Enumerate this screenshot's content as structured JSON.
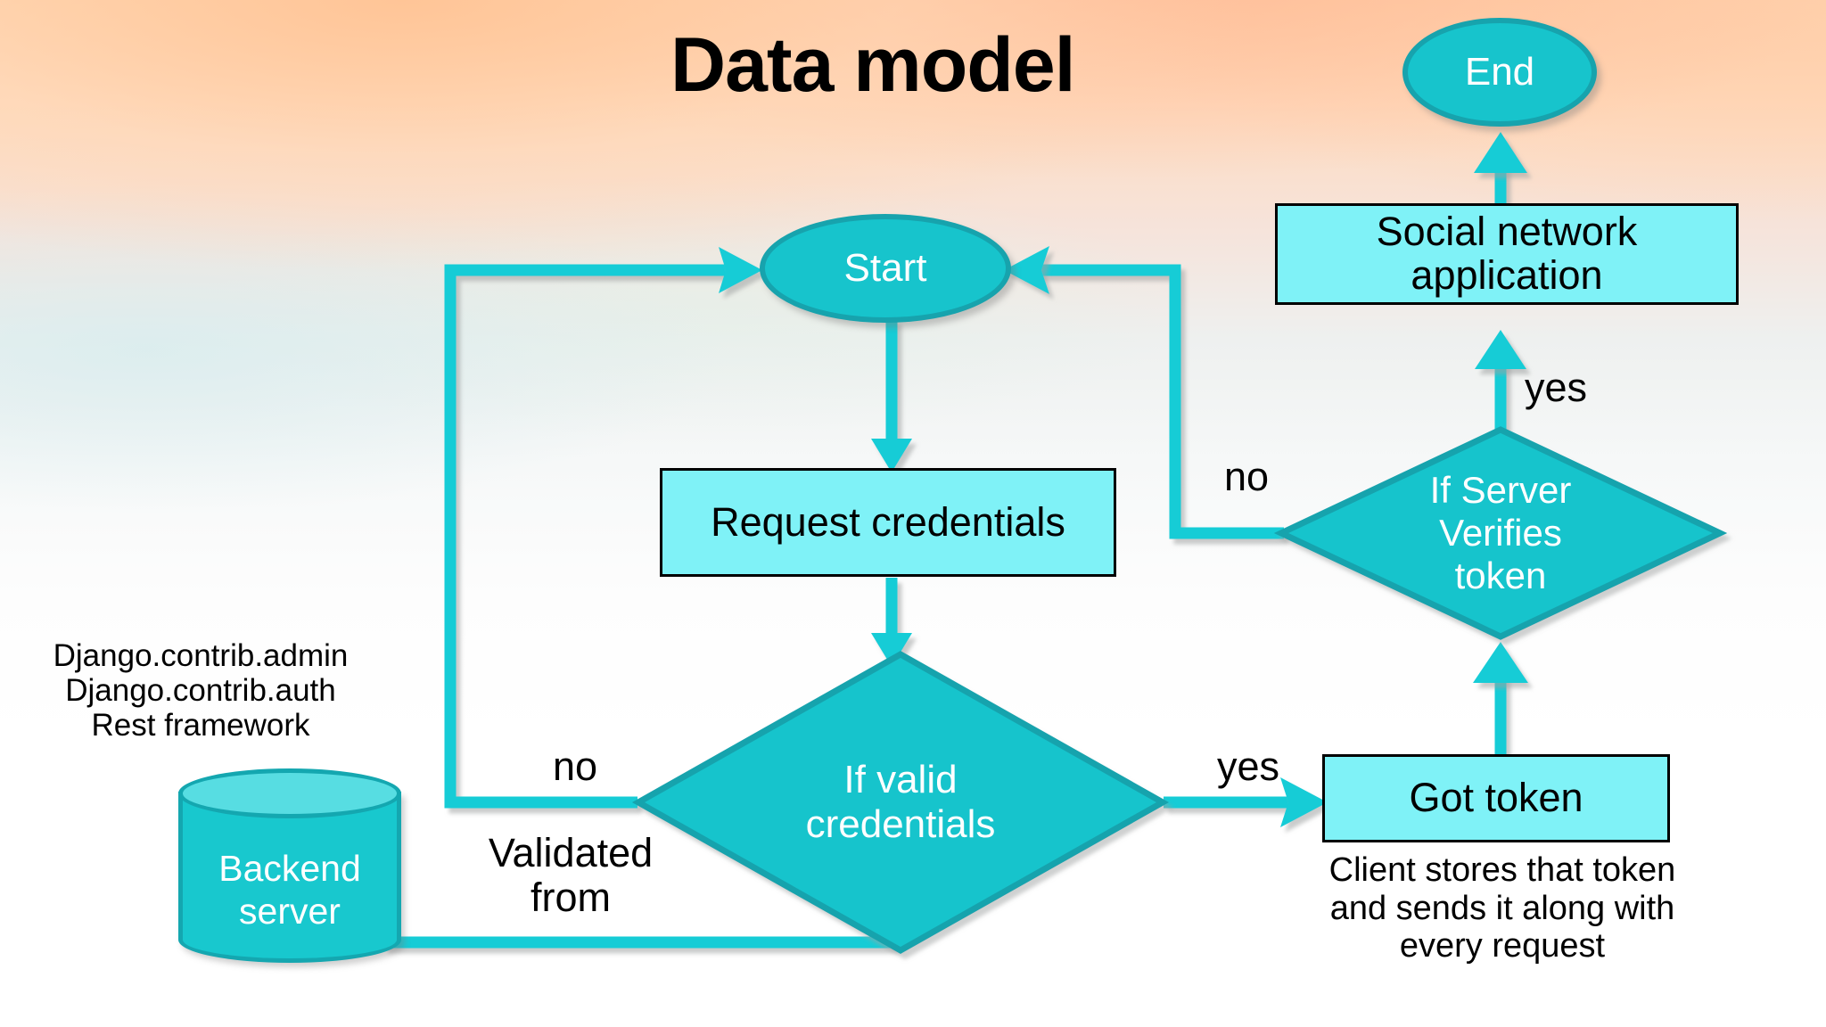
{
  "slide": {
    "title": "Data model",
    "background_top_color": "#ffd3ab",
    "background_bottom_color": "#ffffff"
  },
  "palette": {
    "connector": "#16ccd6",
    "connector_shadow": "#b9bcbc",
    "node_fill_dark": "#17c4cc",
    "node_stroke_dark": "#17a3ad",
    "node_fill_light": "#7ff2f7",
    "node_stroke_light": "#000000",
    "cylinder_top": "#57dde2",
    "text_on_dark": "#ffffff",
    "text_on_light": "#000000"
  },
  "chart_data": {
    "type": "diagram",
    "title": "Data model",
    "nodes": [
      {
        "id": "end",
        "label": "End",
        "shape": "ellipse",
        "fill": "#17c4cc",
        "text_color": "#ffffff"
      },
      {
        "id": "social",
        "label": "Social network application",
        "shape": "rect",
        "fill": "#7ff2f7",
        "text_color": "#000000"
      },
      {
        "id": "verify",
        "label": "If Server Verifies token",
        "shape": "diamond",
        "fill": "#17c4cc",
        "text_color": "#ffffff"
      },
      {
        "id": "got_token",
        "label": "Got token",
        "shape": "rect",
        "fill": "#7ff2f7",
        "text_color": "#000000"
      },
      {
        "id": "start",
        "label": "Start",
        "shape": "ellipse",
        "fill": "#17c4cc",
        "text_color": "#ffffff"
      },
      {
        "id": "request",
        "label": "Request credentials",
        "shape": "rect",
        "fill": "#7ff2f7",
        "text_color": "#000000"
      },
      {
        "id": "valid",
        "label": "If valid credentials",
        "shape": "diamond",
        "fill": "#17c4cc",
        "text_color": "#ffffff"
      },
      {
        "id": "backend",
        "label": "Backend server",
        "shape": "cylinder",
        "fill": "#18c8ce",
        "text_color": "#ffffff"
      }
    ],
    "edges": [
      {
        "from": "start",
        "to": "request",
        "label": ""
      },
      {
        "from": "request",
        "to": "valid",
        "label": ""
      },
      {
        "from": "valid",
        "to": "start",
        "label": "no"
      },
      {
        "from": "valid",
        "to": "got_token",
        "label": "yes"
      },
      {
        "from": "backend",
        "to": "valid",
        "label": "Validated from"
      },
      {
        "from": "got_token",
        "to": "verify",
        "label": ""
      },
      {
        "from": "verify",
        "to": "social",
        "label": "yes"
      },
      {
        "from": "verify",
        "to": "start",
        "label": "no"
      },
      {
        "from": "social",
        "to": "end",
        "label": ""
      }
    ],
    "annotations": [
      "Django.contrib.admin\nDjango.contrib.auth\nRest framework",
      "Client stores that token and sends it along with every request"
    ]
  },
  "nodes": {
    "end": {
      "label": "End"
    },
    "social": {
      "line1": "Social network",
      "line2": "application"
    },
    "verify": {
      "line1": "If Server",
      "line2": "Verifies",
      "line3": "token"
    },
    "got_token": {
      "label": "Got token"
    },
    "start": {
      "label": "Start"
    },
    "request": {
      "label": "Request credentials"
    },
    "valid": {
      "line1": "If valid",
      "line2": "credentials"
    },
    "backend": {
      "line1": "Backend",
      "line2": "server"
    }
  },
  "labels": {
    "no_valid": "no",
    "yes_valid": "yes",
    "no_verify": "no",
    "yes_verify": "yes",
    "validated_from": "Validated\nfrom"
  },
  "annotations": {
    "django_stack": "Django.contrib.admin\nDjango.contrib.auth\nRest framework",
    "token_note": "Client stores that token\nand sends it along with\nevery request"
  }
}
